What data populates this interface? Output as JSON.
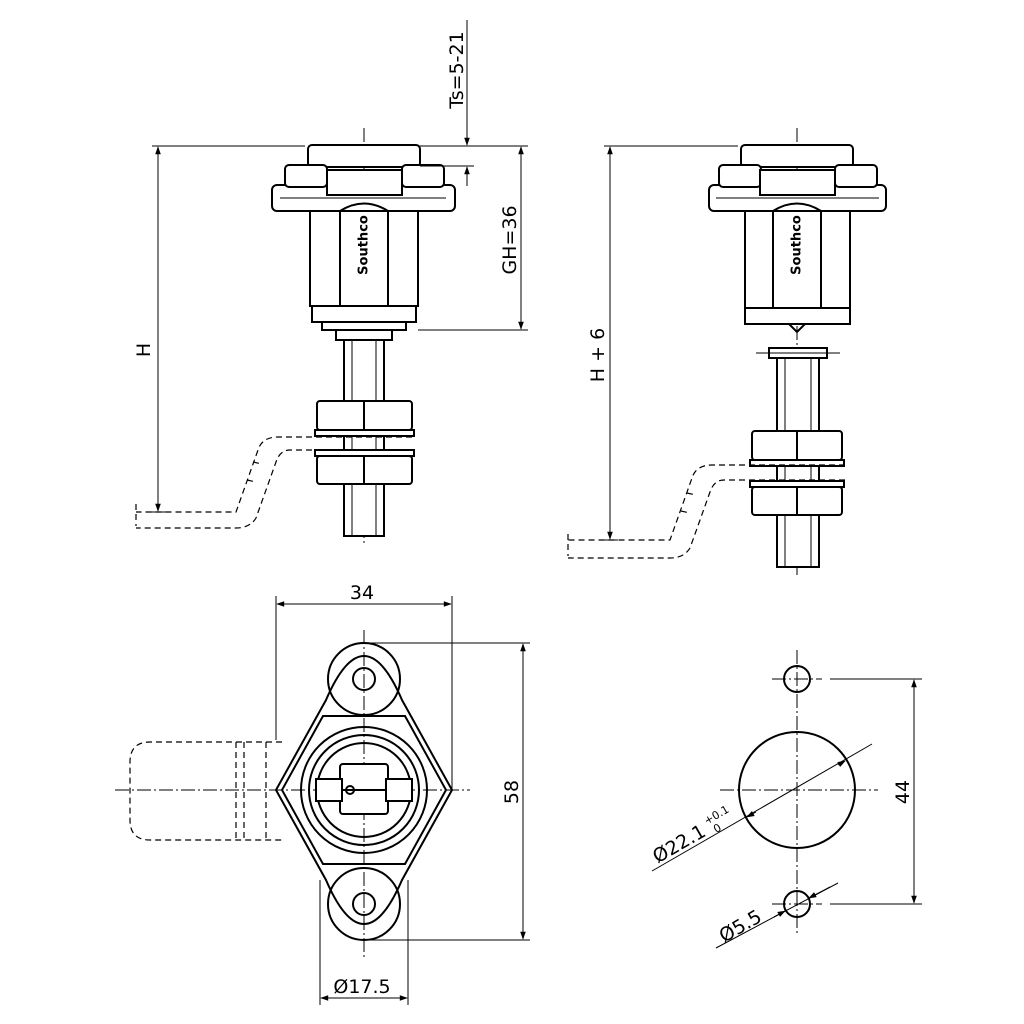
{
  "dimensions": {
    "ts": "Ts=5-21",
    "gh": "GH=36",
    "h": "H",
    "h_plus_6": "H + 6",
    "width_34": "34",
    "height_58": "58",
    "dia_17_5": "Ø17.5",
    "spacing_44": "44",
    "dia_22_1_base": "Ø22.1",
    "dia_22_1_tol_upper": "+0.1",
    "dia_22_1_tol_lower": "0",
    "dia_5_5": "Ø5.5"
  },
  "brand_mark": "Southco"
}
